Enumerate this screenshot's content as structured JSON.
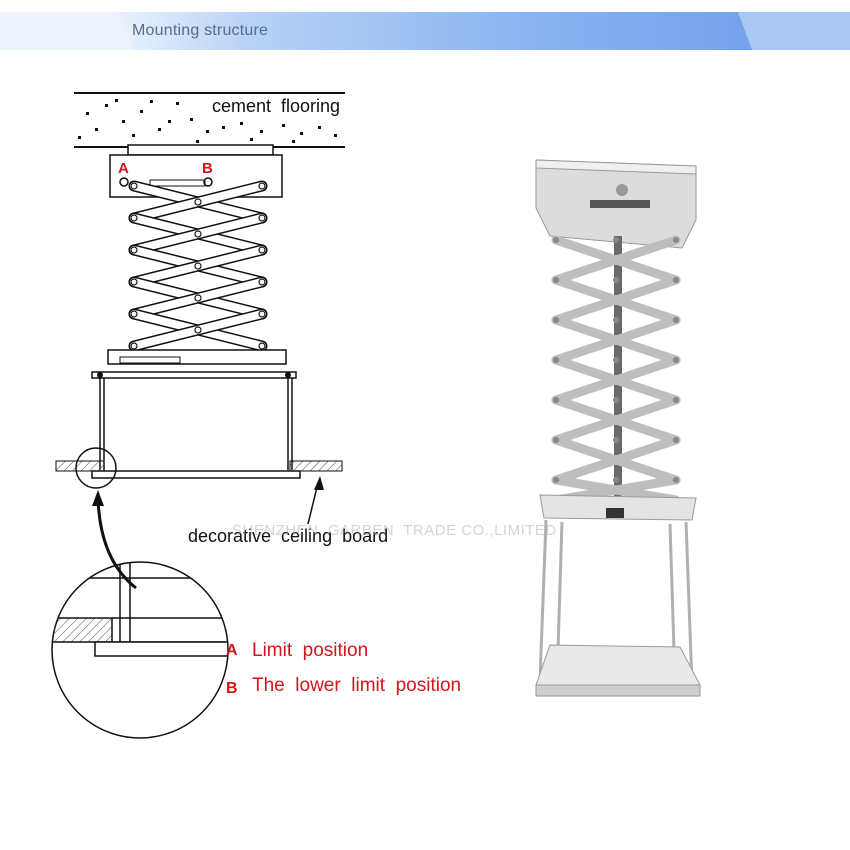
{
  "header": {
    "title": "Mounting structure",
    "colors": {
      "band_light": "#d5e6fb",
      "band_mid": "#8fb6f2",
      "band_dark": "#5d8fe6"
    }
  },
  "diagram": {
    "labels": {
      "cement_flooring": "cement  flooring",
      "decorative_ceiling_board": "decorative  ceiling  board",
      "marker_a": "A",
      "marker_b": "B"
    },
    "watermark": "SHENZHEN  GARBEN  TRADE CO.,LIMITED"
  },
  "legend": {
    "items": [
      {
        "key": "A",
        "text": "Limit  position"
      },
      {
        "key": "B",
        "text": "The  lower  limit  position"
      }
    ],
    "color": "#d4141c"
  },
  "photo": {
    "icon": "projector-lift-photo-icon"
  }
}
